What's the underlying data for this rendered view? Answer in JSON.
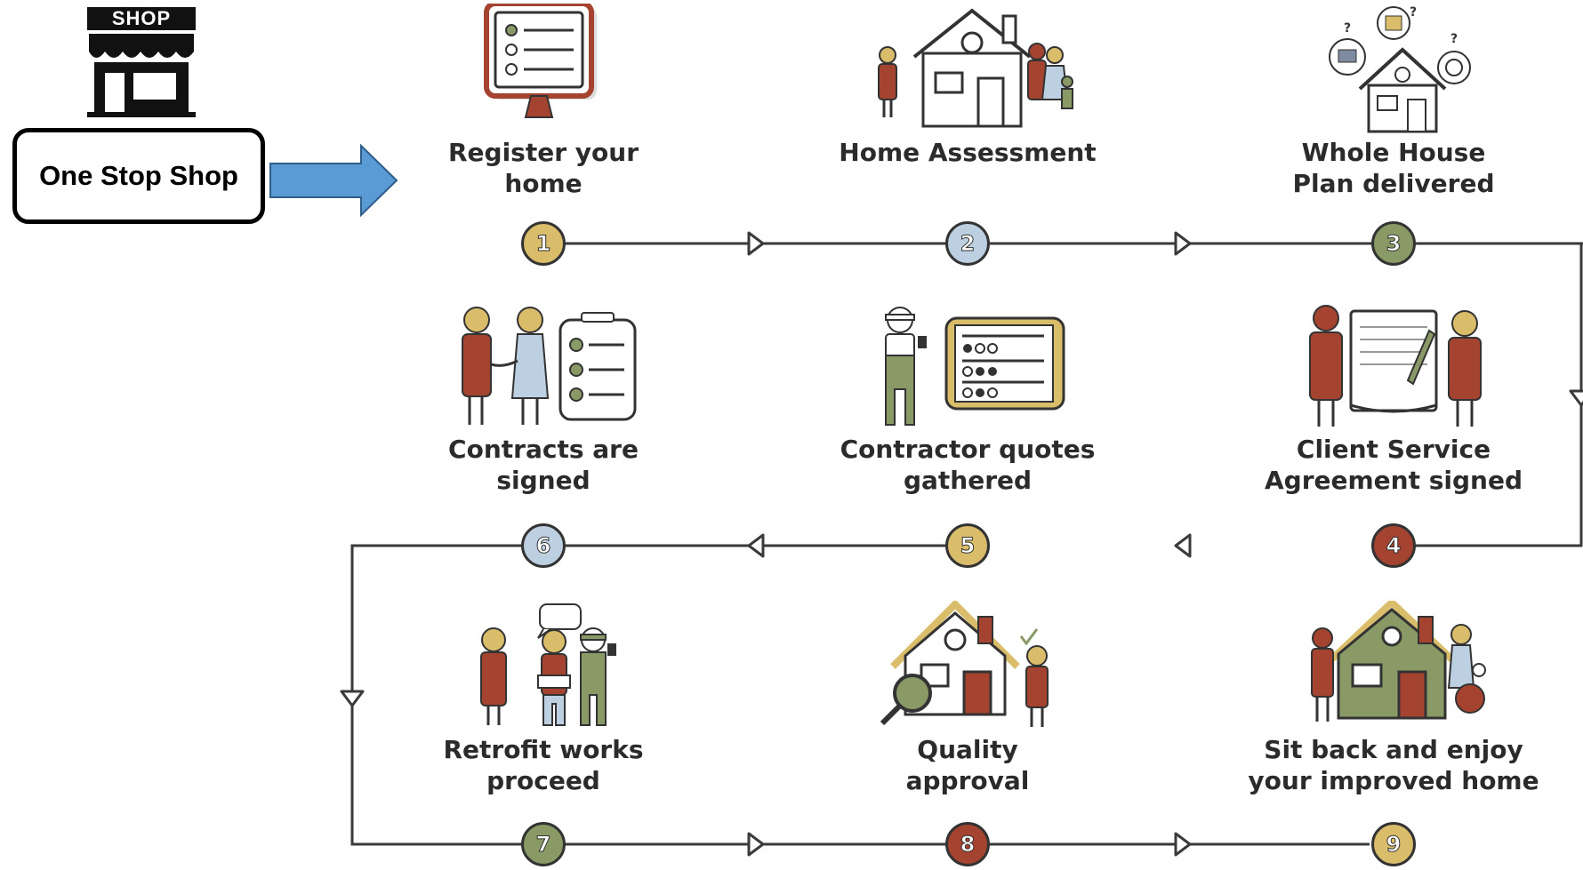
{
  "shop_logo": {
    "sign": "SHOP"
  },
  "one_stop_shop": {
    "label": "One Stop Shop"
  },
  "colors": {
    "gold": "#d9bd6a",
    "blue": "#bcd0e2",
    "green": "#8a9a66",
    "red": "#a4432f",
    "line": "#3a3a3a",
    "arrow": "#5b9bd5"
  },
  "steps": [
    {
      "number": "1",
      "label": "Register your\nhome",
      "icon": "monitor-checklist-icon",
      "color": "gold"
    },
    {
      "number": "2",
      "label": "Home Assessment",
      "icon": "house-family-icon",
      "color": "blue"
    },
    {
      "number": "3",
      "label": "Whole House\nPlan delivered",
      "icon": "house-plan-icon",
      "color": "green"
    },
    {
      "number": "4",
      "label": "Client Service\nAgreement signed",
      "icon": "agreement-document-icon",
      "color": "red"
    },
    {
      "number": "5",
      "label": "Contractor quotes\ngathered",
      "icon": "contractor-tablet-icon",
      "color": "gold"
    },
    {
      "number": "6",
      "label": "Contracts are\nsigned",
      "icon": "handshake-clipboard-icon",
      "color": "blue"
    },
    {
      "number": "7",
      "label": "Retrofit works\nproceed",
      "icon": "workers-icon",
      "color": "green"
    },
    {
      "number": "8",
      "label": "Quality\napproval",
      "icon": "house-inspection-icon",
      "color": "red"
    },
    {
      "number": "9",
      "label": "Sit back and enjoy\nyour improved home",
      "icon": "happy-home-icon",
      "color": "gold"
    }
  ]
}
